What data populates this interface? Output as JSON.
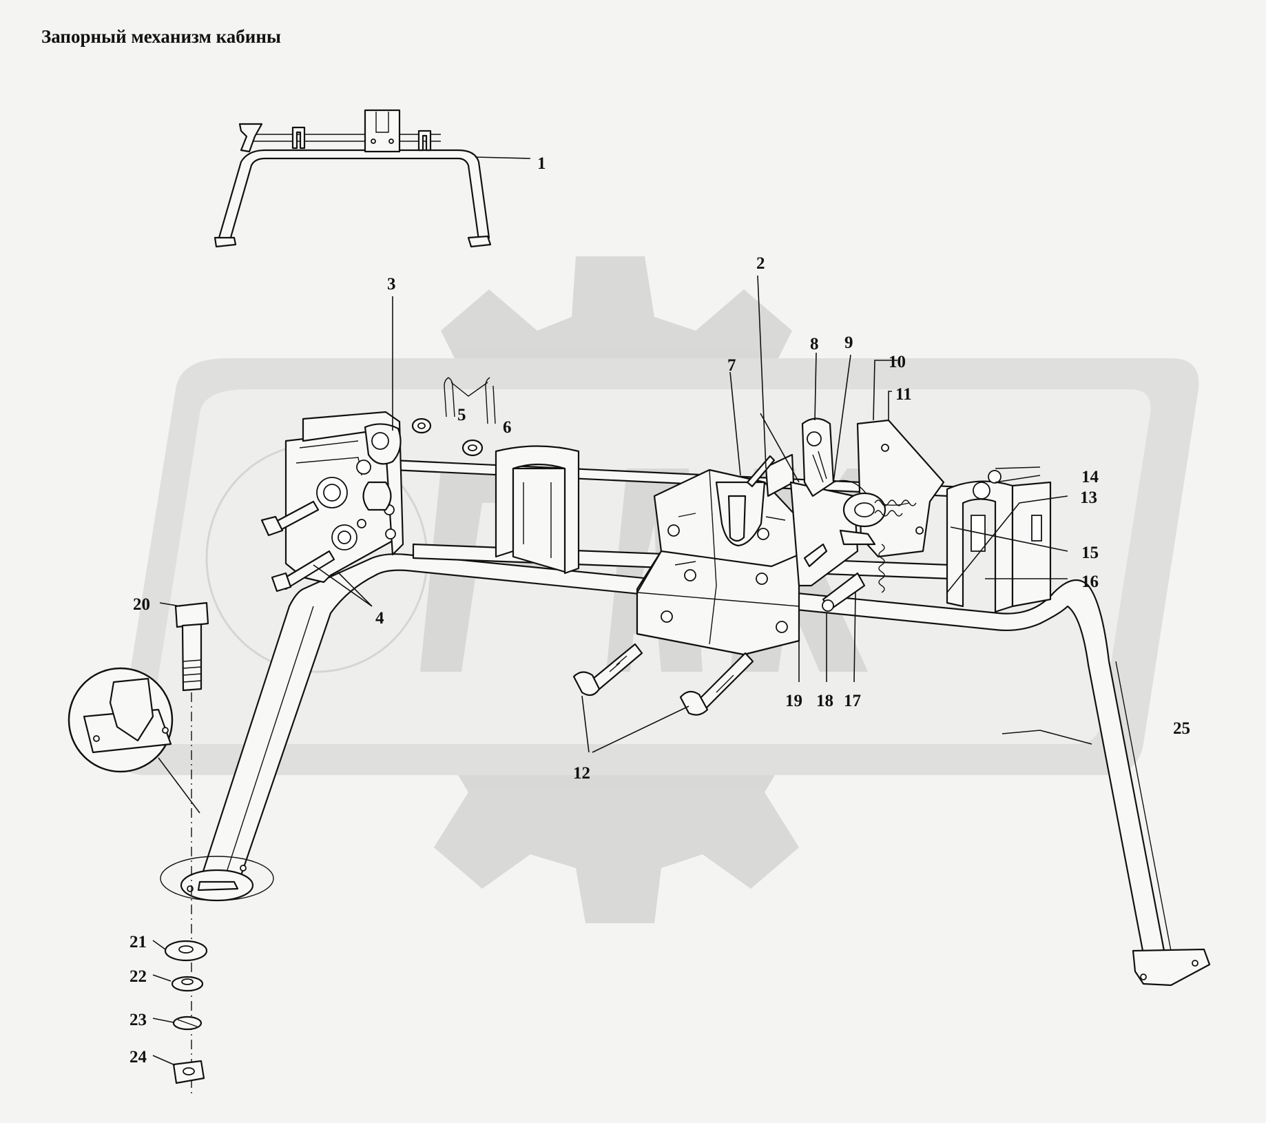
{
  "title": "Запорный механизм кабины",
  "watermark": {
    "color": "#d4d4d2"
  },
  "callouts": {
    "c1": "1",
    "c2": "2",
    "c3": "3",
    "c4": "4",
    "c5": "5",
    "c6": "6",
    "c7": "7",
    "c8": "8",
    "c9": "9",
    "c10": "10",
    "c11": "11",
    "c12": "12",
    "c13": "13",
    "c14": "14",
    "c15": "15",
    "c16": "16",
    "c17": "17",
    "c18": "18",
    "c19": "19",
    "c20": "20",
    "c21": "21",
    "c22": "22",
    "c23": "23",
    "c24": "24",
    "c25": "25"
  }
}
